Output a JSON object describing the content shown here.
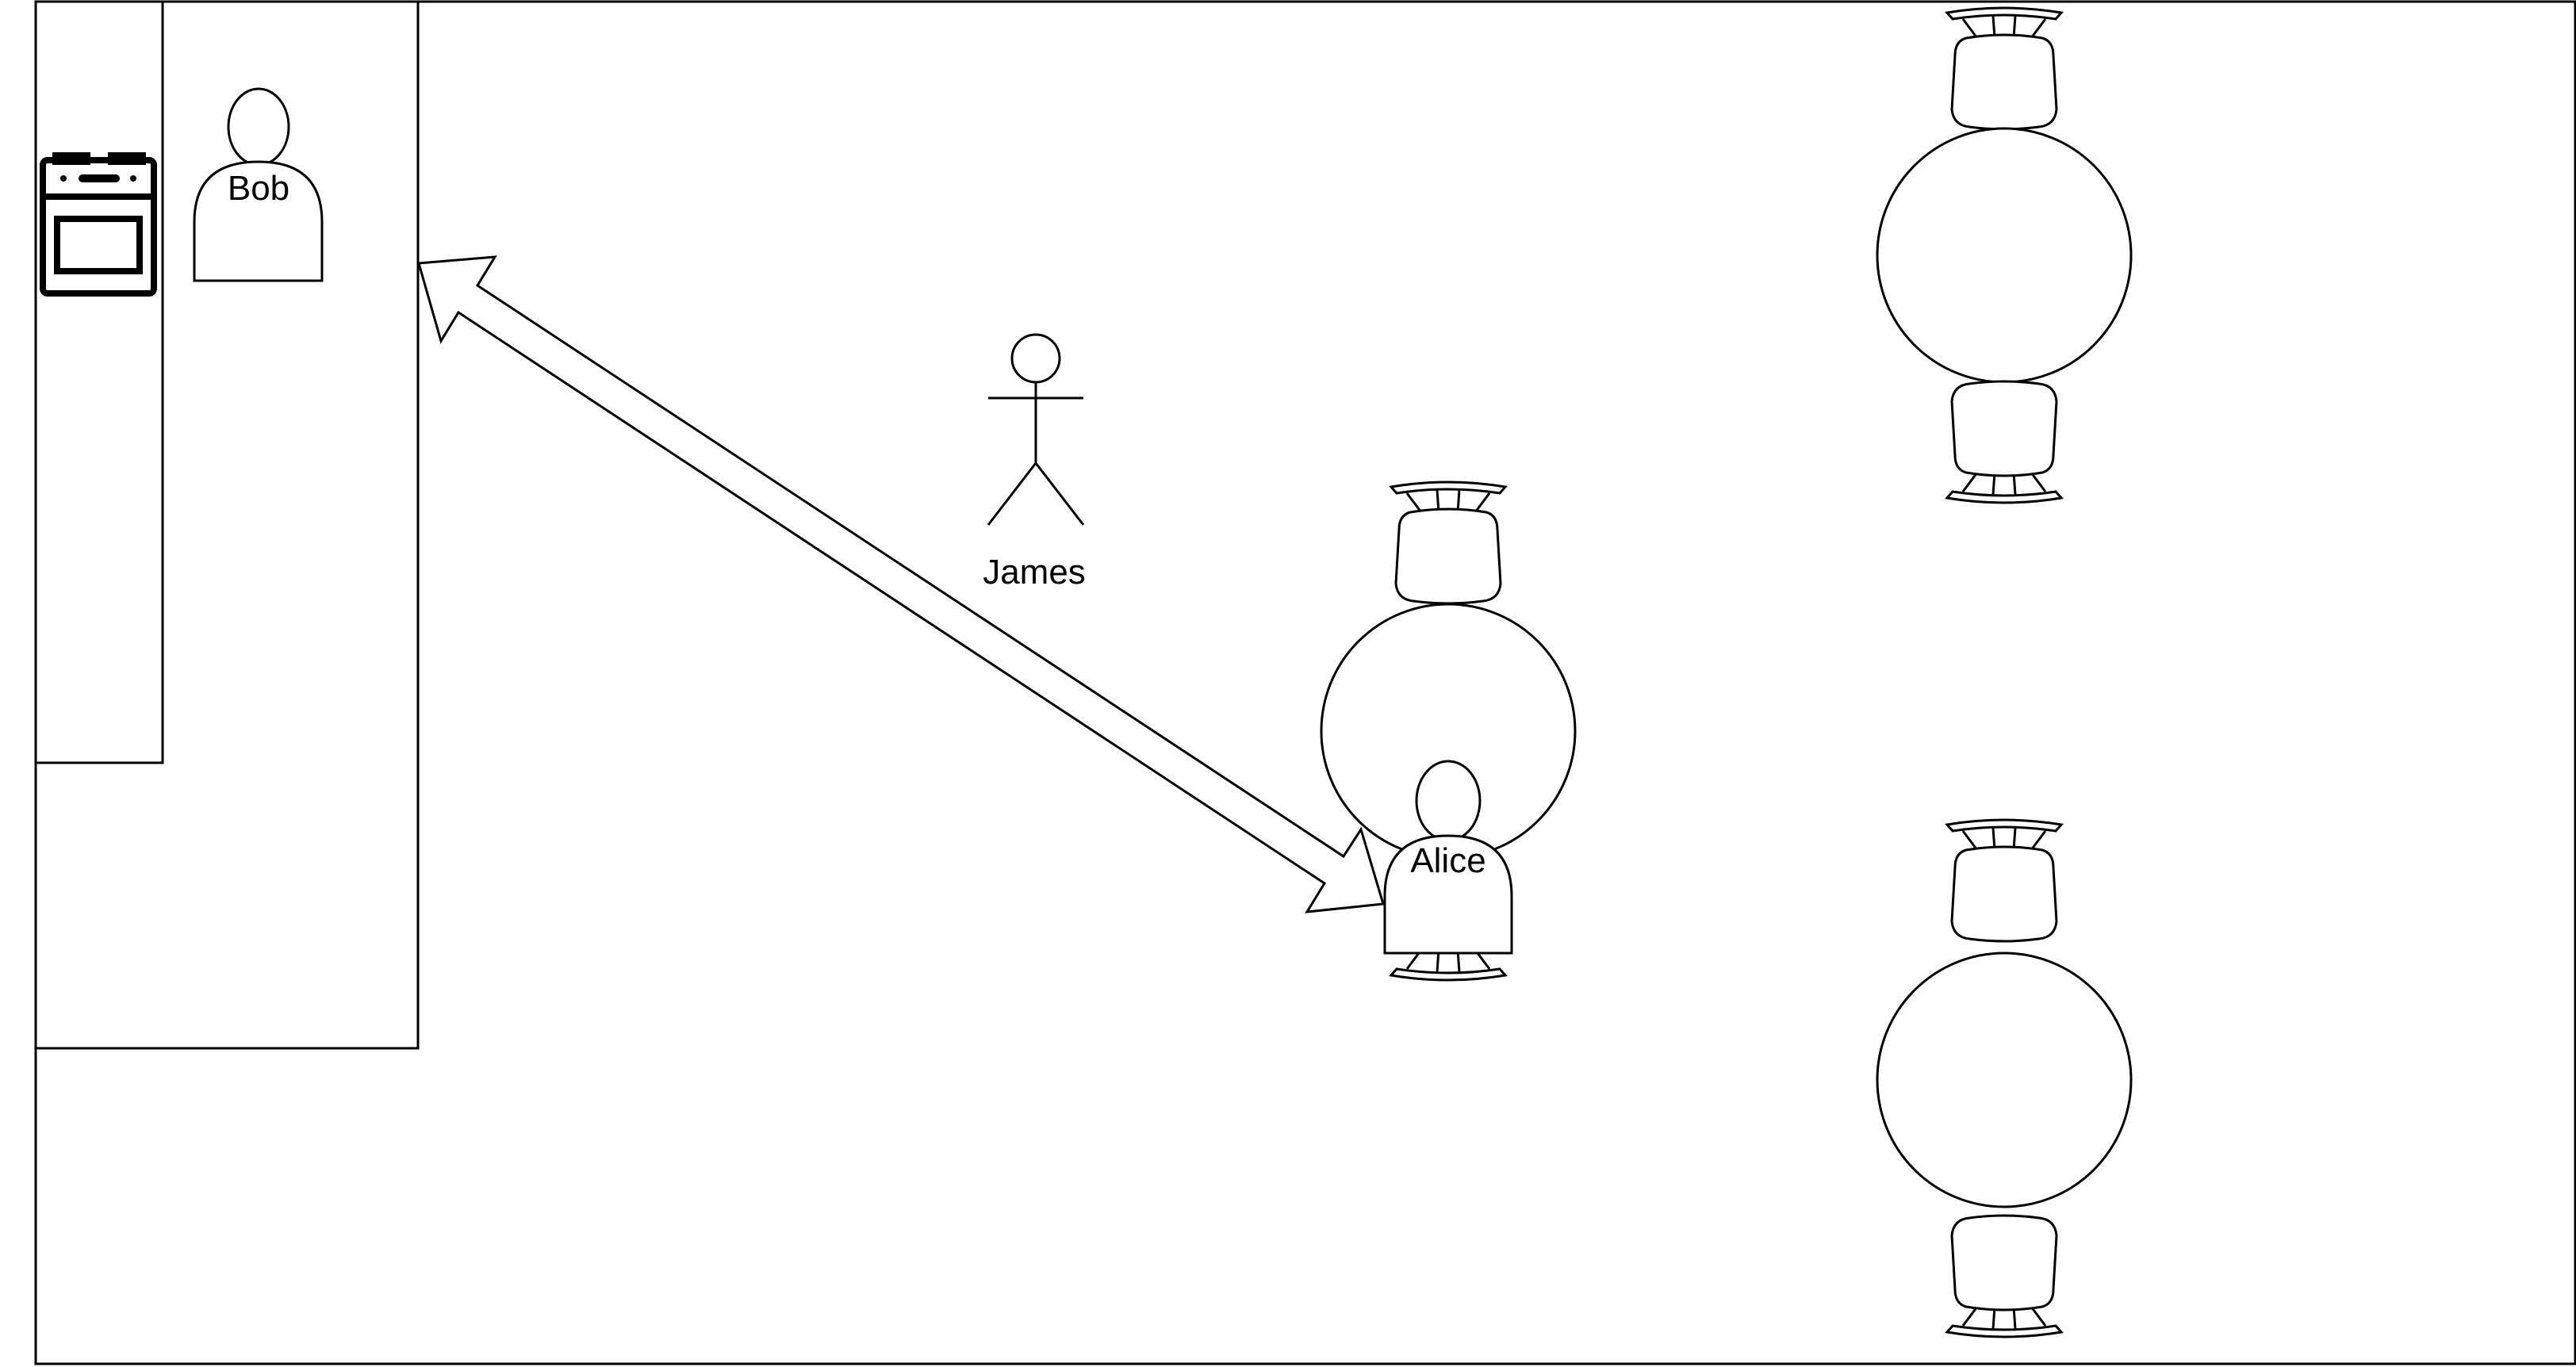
{
  "diagram": {
    "people": {
      "bob": {
        "label": "Bob"
      },
      "alice": {
        "label": "Alice"
      },
      "james": {
        "label": "James"
      }
    },
    "connections": [
      {
        "from": "kitchen-counter",
        "to": "alice",
        "style": "double-arrow"
      }
    ],
    "icons": [
      "stove-icon",
      "person-icon",
      "stick-figure-icon",
      "chair-icon",
      "round-table-icon"
    ]
  }
}
